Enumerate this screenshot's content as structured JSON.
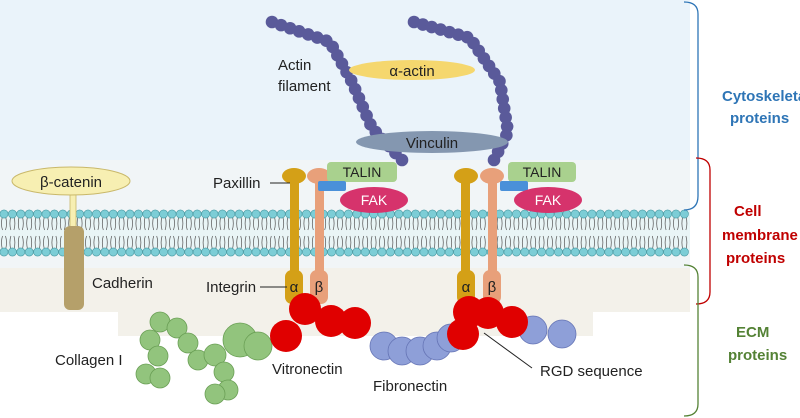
{
  "labels": {
    "actin_filament_line1": "Actin",
    "actin_filament_line2": "filament",
    "alpha_actin": "α-actin",
    "vinculin": "Vinculin",
    "talin": "TALIN",
    "fak": "FAK",
    "paxillin": "Paxillin",
    "beta_catenin": "β-catenin",
    "cadherin": "Cadherin",
    "integrin": "Integrin",
    "alpha": "α",
    "beta": "β",
    "collagen": "Collagen I",
    "vitronectin": "Vitronectin",
    "fibronectin": "Fibronectin",
    "rgd": "RGD sequence"
  },
  "categories": {
    "cytoskeletal_line1": "Cytoskeletal",
    "cytoskeletal_line2": "proteins",
    "membrane_line1": "Cell",
    "membrane_line2": "membrane",
    "membrane_line3": "proteins",
    "ecm_line1": "ECM",
    "ecm_line2": "proteins"
  },
  "colors": {
    "cytoskeletal": "#2e75b6",
    "membrane": "#c00000",
    "ecm": "#548235",
    "actin_bead": "#5a5a9a",
    "alpha_actin": "#f5d76e",
    "vinculin": "#8497b0",
    "talin": "#a9d18e",
    "fak": "#d6336c",
    "paxillin": "#4a90d9",
    "integrin_alpha": "#d4a017",
    "integrin_beta": "#e8a07a",
    "vitronectin": "#e00000",
    "fibronectin": "#8e9fd8",
    "collagen": "#92c47d",
    "cadherin": "#b5a06a",
    "beta_catenin": "#f7efb2",
    "membrane_head": "#7ccdd6",
    "cytoplasm": "#eaf3fa",
    "ecm_band": "#f3f1ea"
  }
}
